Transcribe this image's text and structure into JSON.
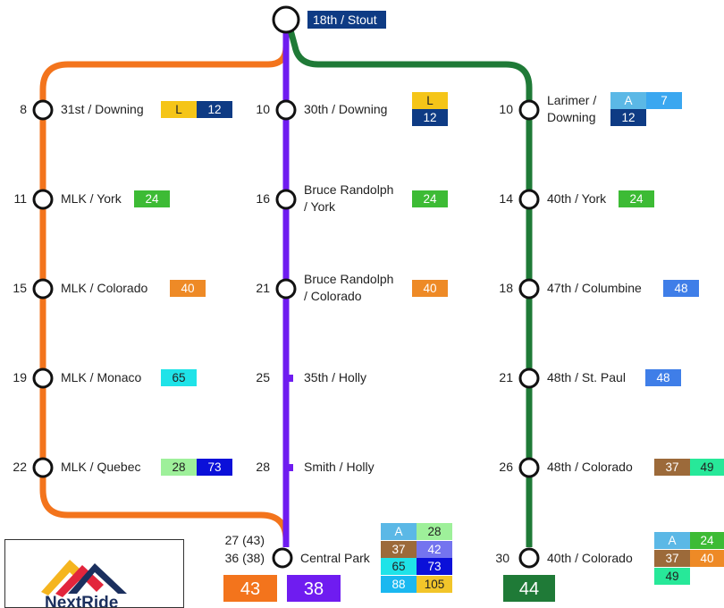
{
  "hub": {
    "label": "18th / Stout"
  },
  "colors": {
    "orange": "#f3741c",
    "purple": "#6f1cf0",
    "green": "#1f7a37",
    "L": "#f5c518",
    "12": "#0e3b84",
    "A": "#5bb8e6",
    "7": "#3aa7f0",
    "24": "#3dbb35",
    "40": "#ee8a26",
    "48": "#3f7ee8",
    "65": "#1fe3e8",
    "28": "#9ef09a",
    "73": "#0b10d9",
    "37": "#9c6a3a",
    "42": "#7474ef",
    "49": "#27e899",
    "88": "#1ab8f0",
    "105": "#f2c52a"
  },
  "lines": [
    {
      "route": "43",
      "color_key": "orange",
      "stops": [
        {
          "minutes": "8",
          "label": [
            "31st / Downing"
          ],
          "badges": [
            "L",
            "12"
          ]
        },
        {
          "minutes": "11",
          "label": [
            "MLK / York"
          ],
          "badges": [
            "24"
          ]
        },
        {
          "minutes": "15",
          "label": [
            "MLK / Colorado"
          ],
          "badges": [
            "40"
          ]
        },
        {
          "minutes": "19",
          "label": [
            "MLK / Monaco"
          ],
          "badges": [
            "65"
          ]
        },
        {
          "minutes": "22",
          "label": [
            "MLK / Quebec"
          ],
          "badges": [
            "28",
            "73"
          ]
        }
      ]
    },
    {
      "route": "38",
      "color_key": "purple",
      "stops": [
        {
          "minutes": "10",
          "label": [
            "30th / Downing"
          ],
          "badges": [
            "L",
            "12"
          ]
        },
        {
          "minutes": "16",
          "label": [
            "Bruce Randolph",
            "/ York"
          ],
          "badges": [
            "24"
          ]
        },
        {
          "minutes": "21",
          "label": [
            "Bruce Randolph",
            "/ Colorado"
          ],
          "badges": [
            "40"
          ]
        },
        {
          "minutes": "25",
          "label": [
            "35th / Holly"
          ],
          "badges": []
        },
        {
          "minutes": "28",
          "label": [
            "Smith / Holly"
          ],
          "badges": []
        }
      ]
    },
    {
      "route": "44",
      "color_key": "green",
      "stops": [
        {
          "minutes": "10",
          "label": [
            "Larimer /",
            "Downing"
          ],
          "badges": [
            "A",
            "7",
            "12"
          ]
        },
        {
          "minutes": "14",
          "label": [
            "40th / York"
          ],
          "badges": [
            "24"
          ]
        },
        {
          "minutes": "18",
          "label": [
            "47th / Columbine"
          ],
          "badges": [
            "48"
          ]
        },
        {
          "minutes": "21",
          "label": [
            "48th / St. Paul"
          ],
          "badges": [
            "48"
          ]
        },
        {
          "minutes": "26",
          "label": [
            "48th / Colorado"
          ],
          "badges": [
            "37",
            "49"
          ]
        }
      ]
    }
  ],
  "terminals": {
    "central_park": {
      "label": "Central Park",
      "minutes": [
        "27 (43)",
        "36 (38)"
      ],
      "badges": [
        "A",
        "28",
        "37",
        "42",
        "65",
        "73",
        "88",
        "105"
      ]
    },
    "colorado_40th": {
      "label": "40th / Colorado",
      "minutes": "30",
      "badges": [
        "A",
        "24",
        "37",
        "40",
        "49"
      ]
    }
  },
  "route_tabs": [
    "43",
    "38",
    "44"
  ],
  "logo": {
    "text": "NextRide"
  }
}
